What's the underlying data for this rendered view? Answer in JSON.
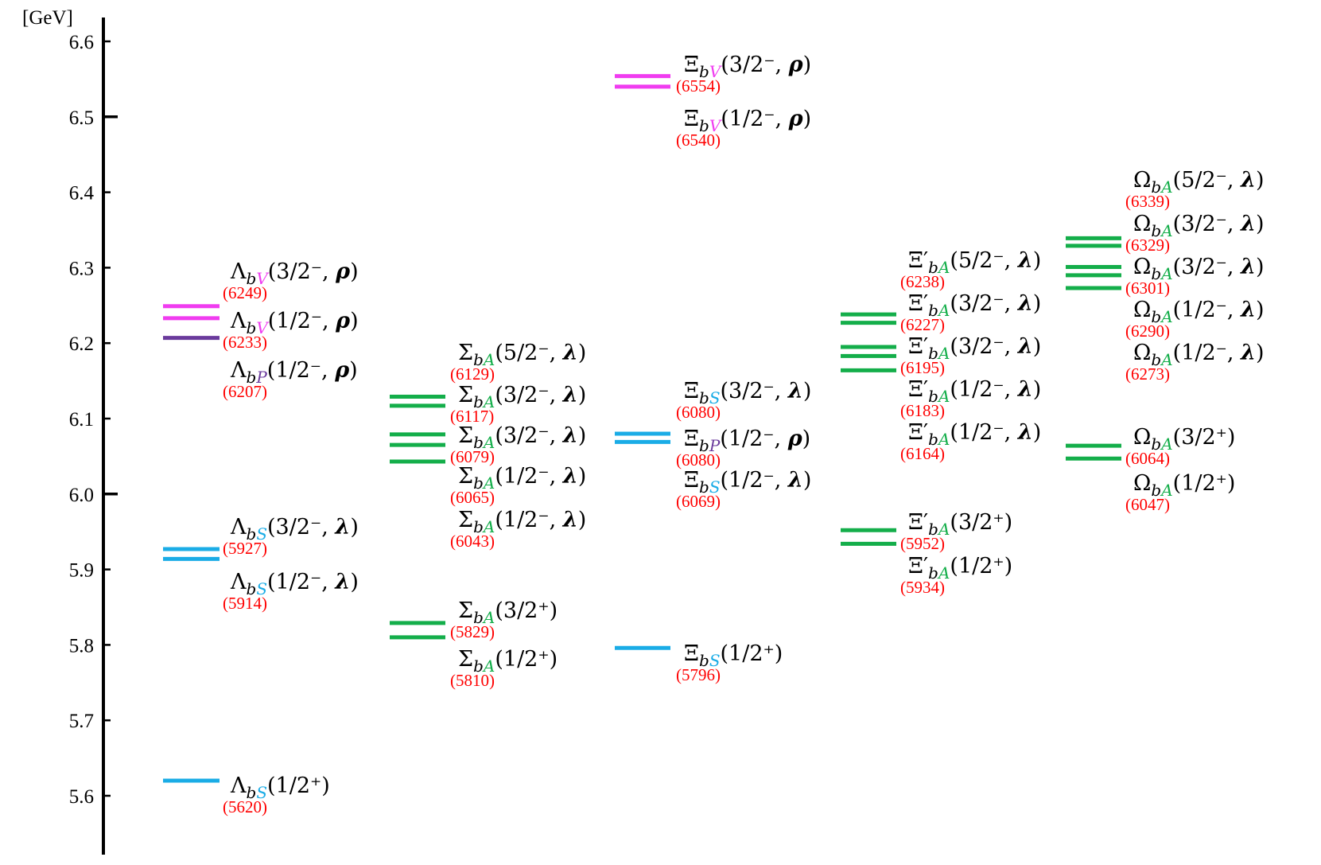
{
  "chart_data": {
    "type": "level-diagram",
    "unit": "[GeV]",
    "ylim": [
      5.52,
      6.65
    ],
    "yticks": [
      "5.6",
      "5.7",
      "5.8",
      "5.9",
      "6.0",
      "6.1",
      "6.2",
      "6.3",
      "6.4",
      "6.5",
      "6.6"
    ],
    "colors": {
      "S": "#1aace6",
      "A": "#14ae4a",
      "V": "#f03cf0",
      "P": "#6a3a9c",
      "mass": "#ff0000"
    },
    "columns": [
      {
        "baryon": "Λ",
        "levels": [
          {
            "mass": 5620,
            "type": "S",
            "jp": "1/2⁺",
            "excitation": ""
          },
          {
            "mass": 5914,
            "type": "S",
            "jp": "1/2⁻",
            "excitation": "λ"
          },
          {
            "mass": 5927,
            "type": "S",
            "jp": "3/2⁻",
            "excitation": "λ"
          },
          {
            "mass": 6207,
            "type": "P",
            "jp": "1/2⁻",
            "excitation": "ρ"
          },
          {
            "mass": 6233,
            "type": "V",
            "jp": "1/2⁻",
            "excitation": "ρ"
          },
          {
            "mass": 6249,
            "type": "V",
            "jp": "3/2⁻",
            "excitation": "ρ"
          }
        ]
      },
      {
        "baryon": "Σ",
        "levels": [
          {
            "mass": 5810,
            "type": "A",
            "jp": "1/2⁺",
            "excitation": ""
          },
          {
            "mass": 5829,
            "type": "A",
            "jp": "3/2⁺",
            "excitation": ""
          },
          {
            "mass": 6043,
            "type": "A",
            "jp": "1/2⁻",
            "excitation": "λ"
          },
          {
            "mass": 6065,
            "type": "A",
            "jp": "1/2⁻",
            "excitation": "λ"
          },
          {
            "mass": 6079,
            "type": "A",
            "jp": "3/2⁻",
            "excitation": "λ"
          },
          {
            "mass": 6117,
            "type": "A",
            "jp": "3/2⁻",
            "excitation": "λ"
          },
          {
            "mass": 6129,
            "type": "A",
            "jp": "5/2⁻",
            "excitation": "λ"
          }
        ]
      },
      {
        "baryon": "Ξ",
        "levels": [
          {
            "mass": 5796,
            "type": "S",
            "jp": "1/2⁺",
            "excitation": ""
          },
          {
            "mass": 6069,
            "type": "S",
            "jp": "1/2⁻",
            "excitation": "λ"
          },
          {
            "mass": 6080,
            "type": "P",
            "jp": "1/2⁻",
            "excitation": "ρ"
          },
          {
            "mass": 6080,
            "type": "S",
            "jp": "3/2⁻",
            "excitation": "λ"
          },
          {
            "mass": 6540,
            "type": "V",
            "jp": "1/2⁻",
            "excitation": "ρ"
          },
          {
            "mass": 6554,
            "type": "V",
            "jp": "3/2⁻",
            "excitation": "ρ"
          }
        ]
      },
      {
        "baryon": "Ξ′",
        "levels": [
          {
            "mass": 5934,
            "type": "A",
            "jp": "1/2⁺",
            "excitation": ""
          },
          {
            "mass": 5952,
            "type": "A",
            "jp": "3/2⁺",
            "excitation": ""
          },
          {
            "mass": 6164,
            "type": "A",
            "jp": "1/2⁻",
            "excitation": "λ"
          },
          {
            "mass": 6183,
            "type": "A",
            "jp": "1/2⁻",
            "excitation": "λ"
          },
          {
            "mass": 6195,
            "type": "A",
            "jp": "3/2⁻",
            "excitation": "λ"
          },
          {
            "mass": 6227,
            "type": "A",
            "jp": "3/2⁻",
            "excitation": "λ"
          },
          {
            "mass": 6238,
            "type": "A",
            "jp": "5/2⁻",
            "excitation": "λ"
          }
        ]
      },
      {
        "baryon": "Ω",
        "levels": [
          {
            "mass": 6047,
            "type": "A",
            "jp": "1/2⁺",
            "excitation": ""
          },
          {
            "mass": 6064,
            "type": "A",
            "jp": "3/2⁺",
            "excitation": ""
          },
          {
            "mass": 6273,
            "type": "A",
            "jp": "1/2⁻",
            "excitation": "λ"
          },
          {
            "mass": 6290,
            "type": "A",
            "jp": "1/2⁻",
            "excitation": "λ"
          },
          {
            "mass": 6301,
            "type": "A",
            "jp": "3/2⁻",
            "excitation": "λ"
          },
          {
            "mass": 6329,
            "type": "A",
            "jp": "3/2⁻",
            "excitation": "λ"
          },
          {
            "mass": 6339,
            "type": "A",
            "jp": "5/2⁻",
            "excitation": "λ"
          }
        ]
      }
    ]
  }
}
